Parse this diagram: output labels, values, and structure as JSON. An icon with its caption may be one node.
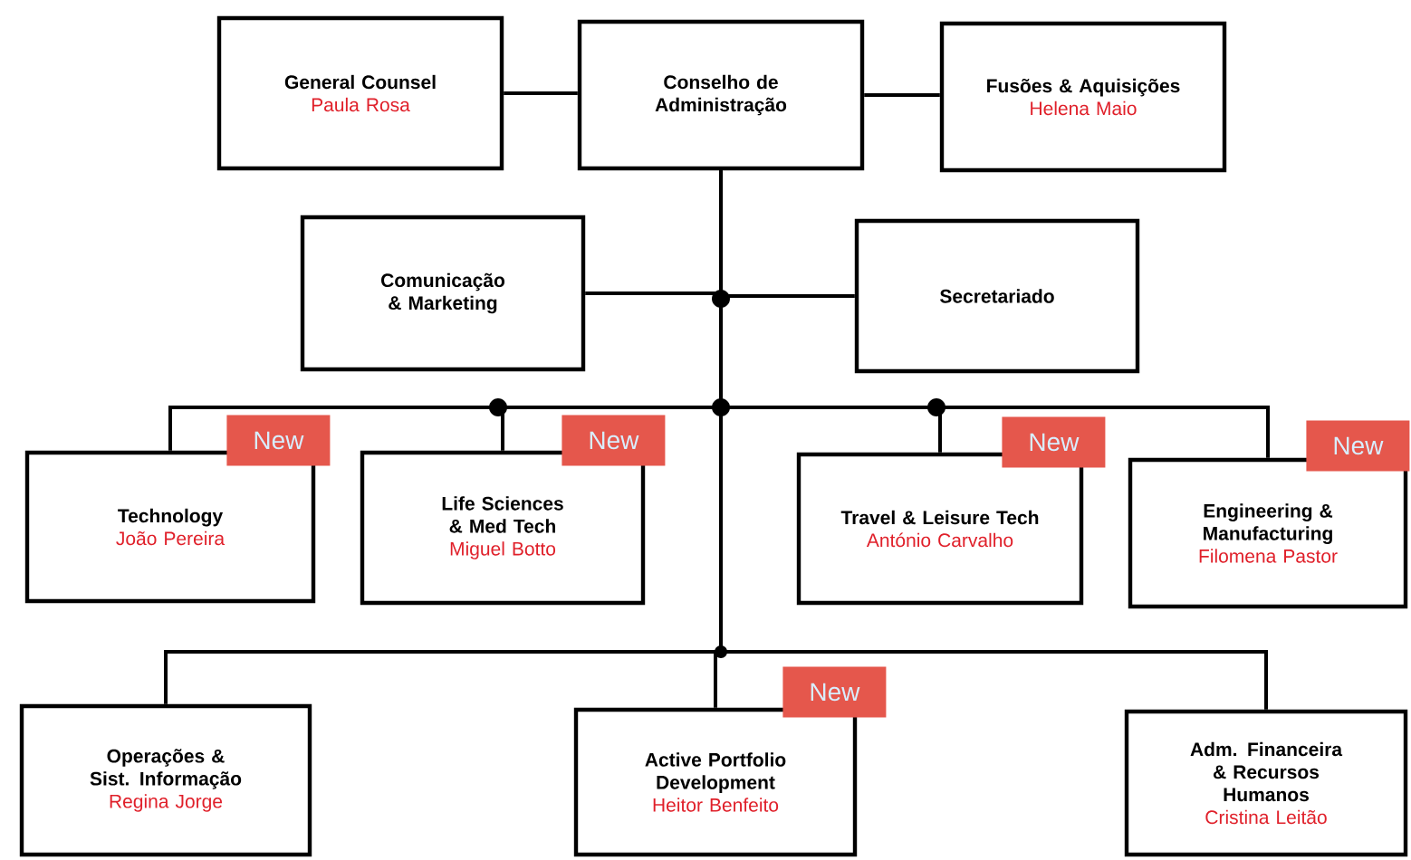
{
  "diagram": {
    "nodes": [
      {
        "text": [
          "General Counsel",
          "Paula Rosa"
        ]
      },
      {
        "text": [
          "Conselho de Administração"
        ]
      },
      {
        "text": [
          "Fusões & Aquisições",
          "Helena Maio"
        ]
      },
      {
        "text": [
          "Comunicação & Marketing"
        ]
      },
      {
        "text": [
          "Secretariado"
        ]
      },
      {
        "text": [
          "Technology",
          "João Pereira"
        ],
        "beside": [
          "New"
        ]
      },
      {
        "text": [
          "Life Sciences & Med Tech",
          "Miguel Botto"
        ],
        "beside": [
          "New"
        ]
      },
      {
        "text": [
          "Travel & Leisure Tech",
          "António Carvalho"
        ],
        "beside": [
          "New"
        ]
      },
      {
        "text": [
          "Engineering & Manufacturing",
          "Filomena Pastor"
        ],
        "beside": [
          "New"
        ]
      },
      {
        "text": [
          "Operações & Sist. Informação",
          "Regina Jorge"
        ]
      },
      {
        "text": [
          "Active Portfolio Development",
          "Heitor Benfeito"
        ],
        "beside": [
          "New"
        ]
      },
      {
        "text": [
          "Adm. Financeira & Recursos Humanos",
          "Cristina Leitão"
        ]
      }
    ],
    "edges": [
      {
        "from": 0,
        "to": 1,
        "arrow": "none"
      },
      {
        "from": 1,
        "to": 2,
        "arrow": "none"
      },
      {
        "from": 1,
        "to": 3,
        "arrow": "none"
      },
      {
        "from": 1,
        "to": 4,
        "arrow": "none"
      },
      {
        "from": 1,
        "to": 5,
        "arrow": "none"
      },
      {
        "from": 1,
        "to": 6,
        "arrow": "none"
      },
      {
        "from": 1,
        "to": 7,
        "arrow": "none"
      },
      {
        "from": 1,
        "to": 8,
        "arrow": "none"
      },
      {
        "from": 1,
        "to": 9,
        "arrow": "none"
      },
      {
        "from": 1,
        "to": 10,
        "arrow": "none"
      },
      {
        "from": 1,
        "to": 11,
        "arrow": "none"
      }
    ]
  }
}
